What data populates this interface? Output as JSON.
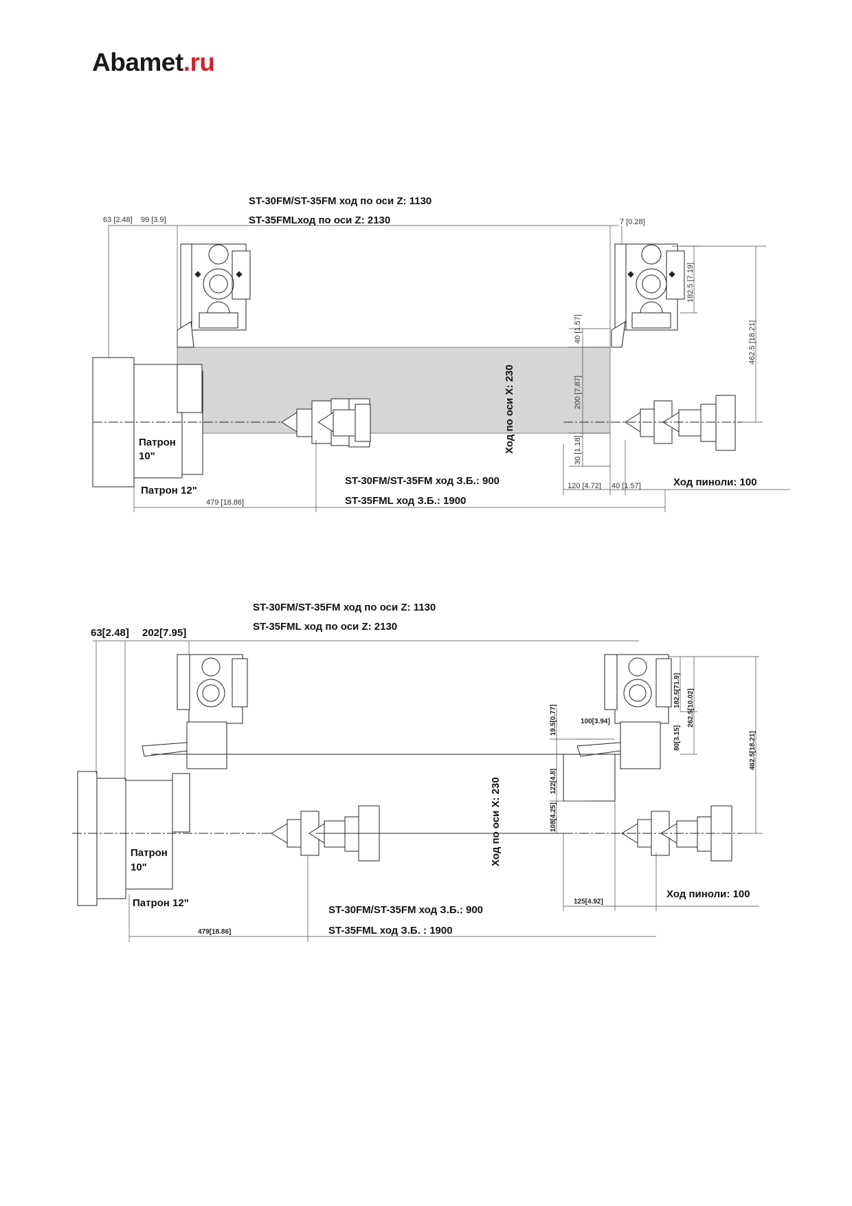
{
  "brand": {
    "logo_main": "Abamet",
    "logo_suffix": ".ru",
    "logo_color": "#d0242b"
  },
  "diagram1": {
    "z_travel_1": "ST-30FM/ST-35FM ход по оси Z: 1130",
    "z_travel_2": "ST-35FMLход по оси Z: 2130",
    "dim_63": "63 [2.48]",
    "dim_99": "99 [3.9]",
    "dim_7": "7 [0.28]",
    "dim_1825": "182.5 [7.19]",
    "dim_4625": "462.5 [18.21]",
    "dim_40a": "40 [1.57]",
    "dim_200": "200 [7.87]",
    "dim_30": "30 [1.18]",
    "x_travel": "Ход по оси X: 230",
    "chuck10_line1": "Патрон",
    "chuck10_line2": "10\"",
    "chuck12": "Патрон 12\"",
    "dim_479": "479 [18.86]",
    "tail_1": "ST-30FM/ST-35FM ход З.Б.: 900",
    "tail_2": "ST-35FML ход З.Б.: 1900",
    "dim_120": "120 [4.72]",
    "dim_40b": "40 [1.57]",
    "quill": "Ход пиноли: 100"
  },
  "diagram2": {
    "z_travel_1": "ST-30FM/ST-35FM ход по оси Z: 1130",
    "z_travel_2": "ST-35FML ход по оси Z: 2130",
    "dim_63": "63[2.48]",
    "dim_202": "202[7.95]",
    "dim_1825": "182.5[71.9]",
    "dim_2625": "262.5[10.02]",
    "dim_80": "80[3.15]",
    "dim_4625": "462.5[18.21]",
    "dim_195": "19.5[0.77]",
    "dim_100": "100[3.94]",
    "dim_122": "122[4.8]",
    "dim_108": "108[4.25]",
    "x_travel": "Ход по оси X: 230",
    "chuck10_line1": "Патрон",
    "chuck10_line2": "10\"",
    "chuck12": "Патрон 12\"",
    "dim_125": "125[4.92]",
    "quill": "Ход пиноли: 100",
    "tail_1": "ST-30FM/ST-35FM ход З.Б.: 900",
    "tail_2": "ST-35FML ход З.Б. : 1900",
    "dim_479": "479[18.86]"
  }
}
